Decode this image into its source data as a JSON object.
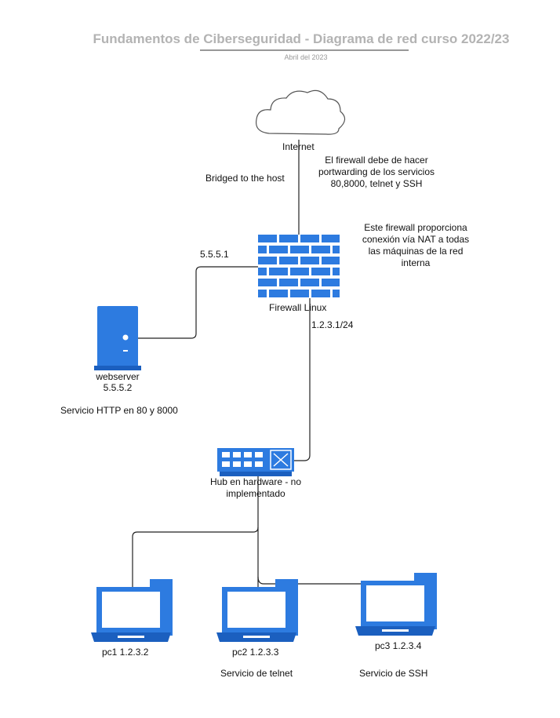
{
  "header": {
    "title": "Fundamentos de Ciberseguridad - Diagrama de red curso 2022/23",
    "date": "Abril del 2023"
  },
  "nodes": {
    "internet": {
      "label": "Internet"
    },
    "firewall": {
      "label": "Firewall Linux",
      "ext_ip": "5.5.5.1",
      "int_ip": "1.2.3.1/24"
    },
    "webserver": {
      "label": "webserver",
      "ip": "5.5.5.2",
      "service": "Servicio HTTP en 80 y 8000"
    },
    "hub": {
      "label_line1": "Hub en hardware - no",
      "label_line2": "implementado"
    },
    "pc1": {
      "label": "pc1 1.2.3.2"
    },
    "pc2": {
      "label": "pc2 1.2.3.3",
      "service": "Servicio de telnet"
    },
    "pc3": {
      "label": "pc3 1.2.3.4",
      "service": "Servicio de SSH"
    }
  },
  "notes": {
    "bridged": "Bridged to the host",
    "portforward": [
      "El firewall debe de hacer",
      "portwarding de los servicios",
      "80,8000, telnet y SSH"
    ],
    "nat": [
      "Este firewall proporciona",
      "conexión vía NAT a todas",
      "las máquinas de la red",
      "interna"
    ]
  },
  "colors": {
    "device_blue": "#2d7be0",
    "device_dark": "#1b5fbf",
    "screen": "#ffffff",
    "line": "#222222",
    "cloud_stroke": "#555555",
    "title_gray": "#b3b3b3"
  }
}
